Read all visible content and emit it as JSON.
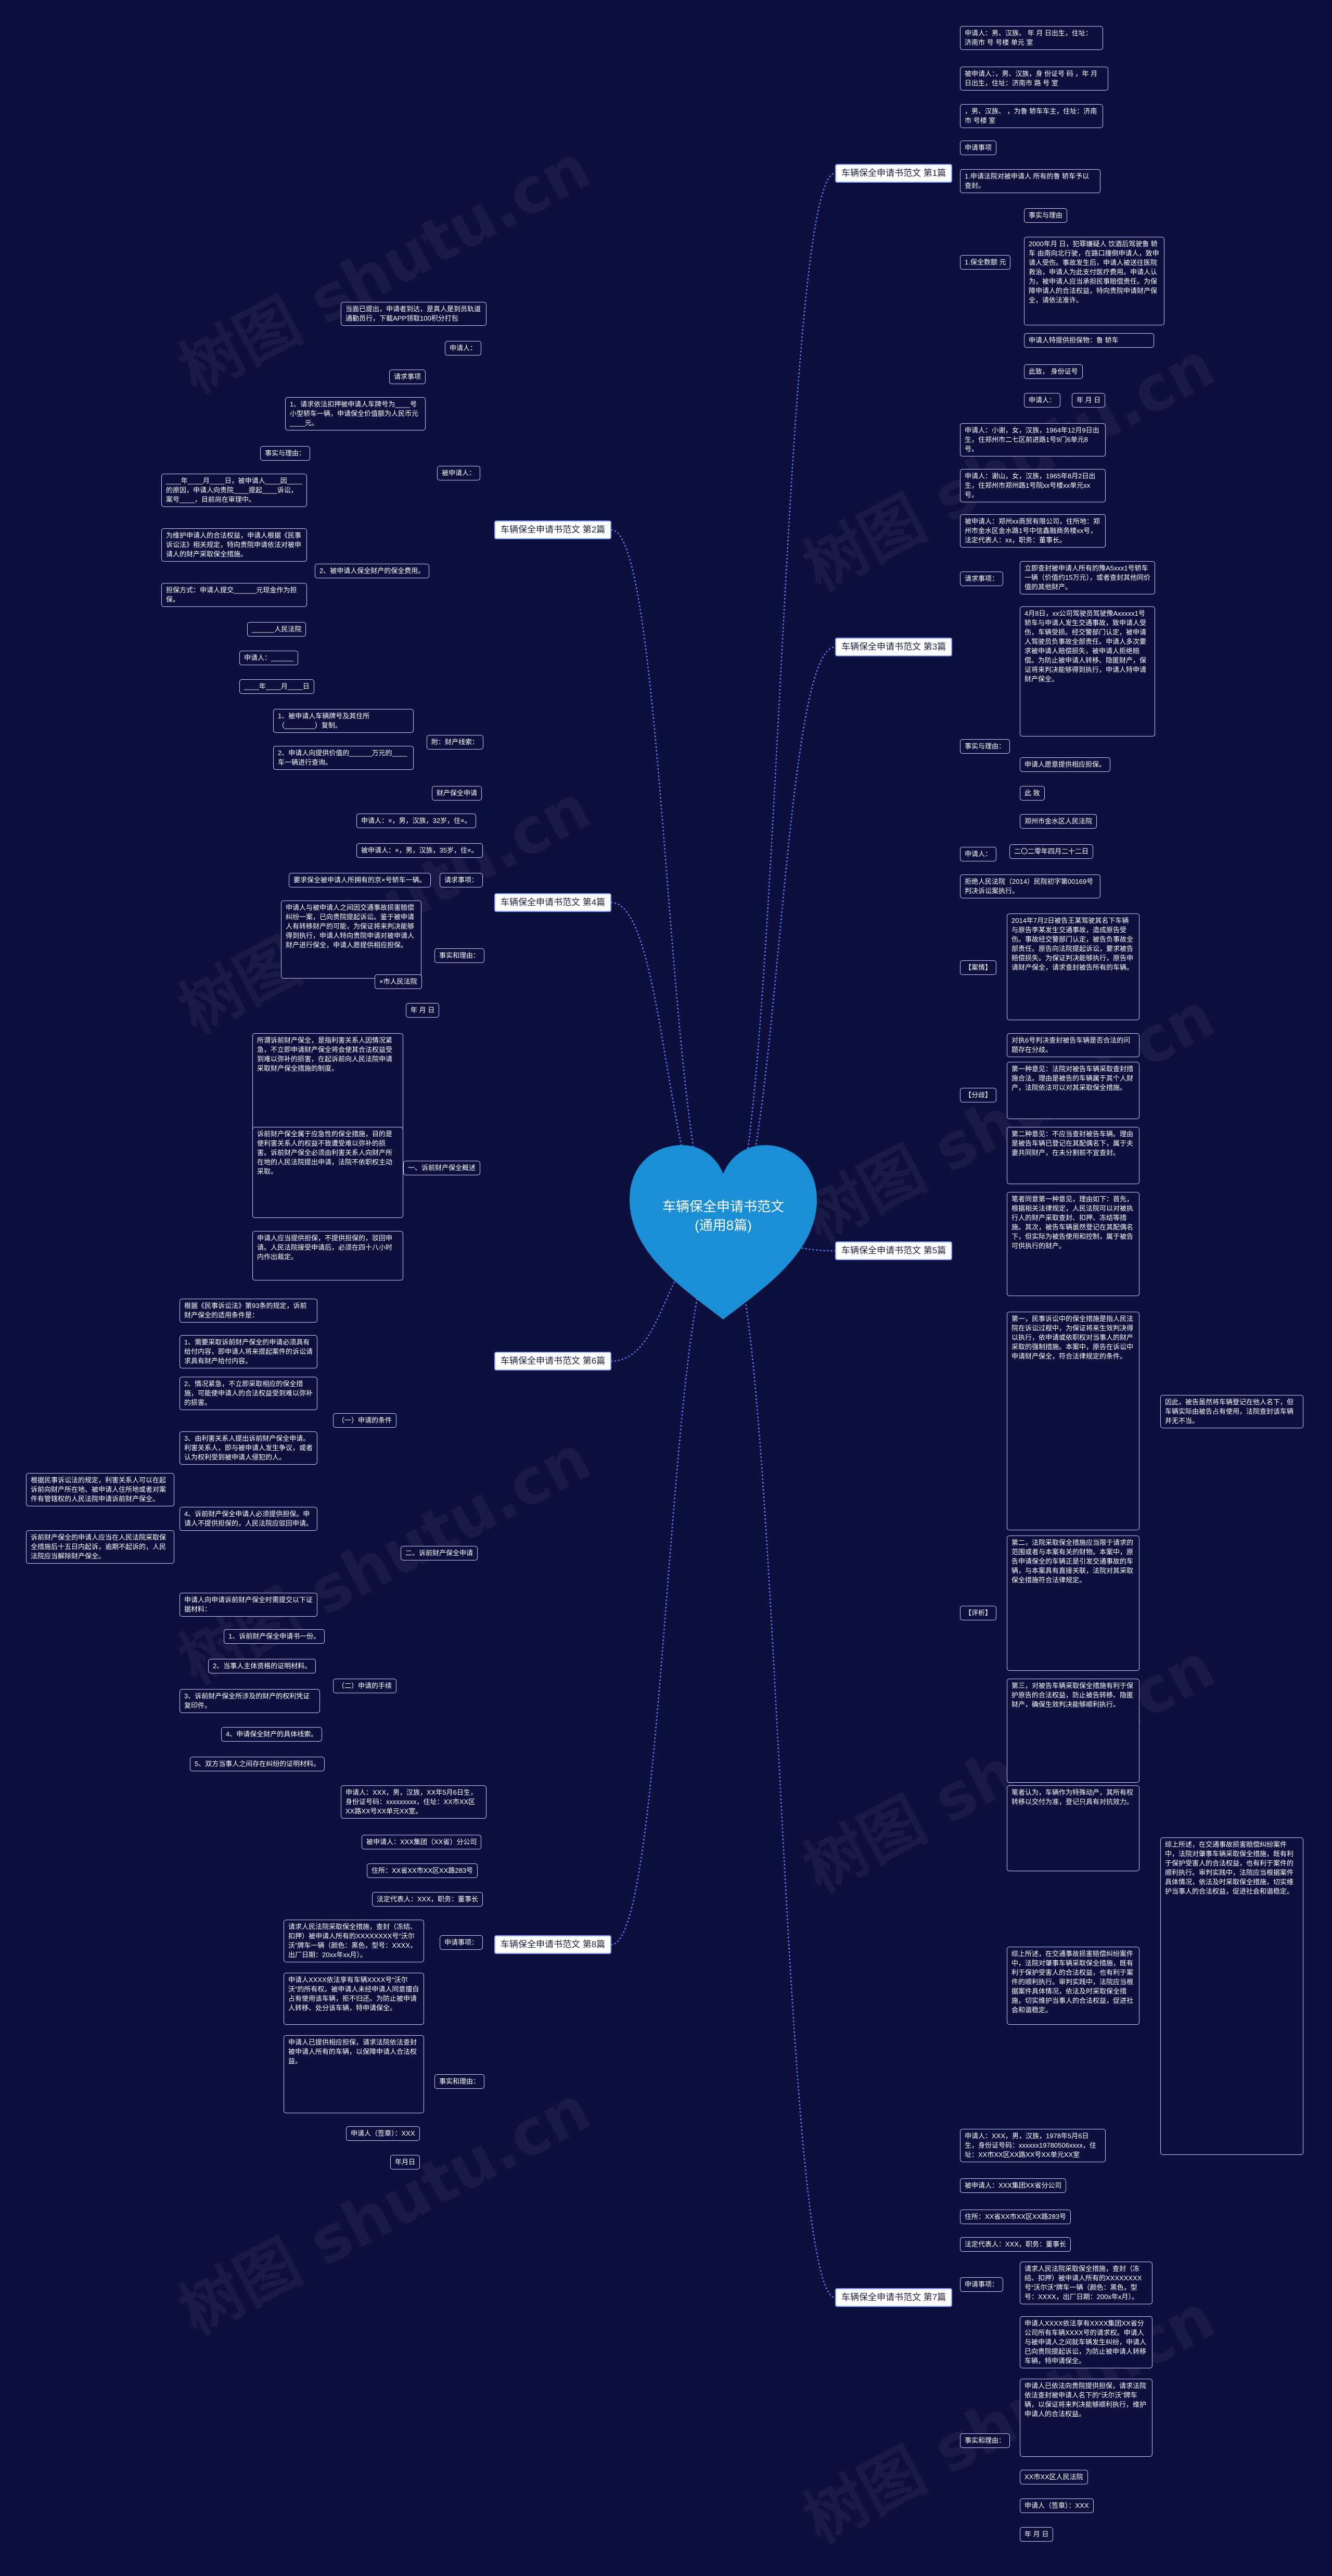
{
  "colors": {
    "background": "#0d0f3d",
    "heart": "#1a8fd6",
    "connector": "#5f7cff",
    "node_border": "#c9ccff"
  },
  "root": {
    "title": "车辆保全申请书范文(通用8篇)"
  },
  "watermark": "树图 shutu.cn",
  "branches": [
    "车辆保全申请书范文 第1篇",
    "车辆保全申请书范文 第2篇",
    "车辆保全申请书范文 第3篇",
    "车辆保全申请书范文 第4篇",
    "车辆保全申请书范文 第5篇",
    "车辆保全申请书范文 第6篇",
    "车辆保全申请书范文 第8篇",
    "车辆保全申请书范文 第7篇"
  ],
  "b1": {
    "n1": "申请人：男、汉族、 年 月 日出生，住址：济南市 号 号楼 单元 室",
    "n2": "被申请人：，男、汉族，身 份证号 码 ，年 月日出生，住址：济南市 路 号 室",
    "n3": "，男、汉族、 ，为鲁 轿车车主，住址：济南市 号楼 室",
    "n4": "申请事项",
    "n5": "1.申请法院对被申请人 所有的鲁 轿车予以查封。",
    "n6": "1.保全数额 元",
    "n7": "事实与理由",
    "n8": "2000年月 日，犯罪嫌疑人 饮酒后驾驶鲁 轿车 由南向北行驶，在路口撞倒申请人，致申请人受伤。事故发生后，申请人被送往医院救治，申请人为此支付医疗费用。申请人认为，被申请人应当承担民事赔偿责任。为保障申请人的合法权益，特向贵院申请财产保全，请依法准许。",
    "n9": "申请人特提供担保物：鲁 轿车",
    "n10": "此致，       身份证号",
    "n11": "申请人：",
    "n12": "年 月 日"
  },
  "b2": {
    "n1": "当面已提出，申请者到达，是真人是到员轨道通勤员行，下载APP领取100积分打包",
    "n2": "申请人：",
    "n3": "请求事项",
    "n4": "1、请求依法扣押被申请人车牌号为____号小型轿车一辆，申请保全价值额为人民币元____元。",
    "n5": "被申请人：",
    "n6": "事实与理由：",
    "n7": "____年____月____日，被申请人____因____的原因，申请人向贵院____提起____诉讼，案号____，目前尚在审理中。",
    "n8": "为维护申请人的合法权益，申请人根据《民事诉讼法》相关规定，特向贵院申请依法对被申请人的财产采取保全措施。",
    "n9": "2、被申请人保全财产的保全费用。",
    "n10": "担保方式：申请人提交______元现金作为担保。",
    "n11": "______人民法院",
    "n12": "申请人：______",
    "n13": "____年____月____日",
    "n14": "1、被申请人车辆牌号及其住所（________）复制。",
    "n15": "2、申请人向提供价值的______万元的____车一辆进行查询。",
    "n16": "附：财产线索："
  },
  "b3": {
    "n1": "申请人：小谢，女，汉族，1964年12月9日出生，住郑州市二七区前进路1号9门6单元8号。",
    "n2": "申请人：谢山，女，汉族，1965年8月2日出生，住郑州市郑州路1号院xx号楼xx单元xx号。",
    "n3": "被申请人：郑州xx商贸有限公司，住所地：郑州市金水区金水路1号中信鑫融商务楼xx号，法定代表人：xx，职务：董事长。",
    "n4": "请求事项：",
    "n5": "立即查封被申请人所有的豫A5xxx1号轿车一辆（价值约15万元），或者查封其他同价值的其他财产。",
    "n6": "4月8日，xx公司驾驶员驾驶豫Axxxxx1号轿车与申请人发生交通事故，致申请人受伤，车辆受损。经交警部门认定，被申请人驾驶员负事故全部责任。申请人多次要求被申请人赔偿损失，被申请人拒绝赔偿。为防止被申请人转移、隐匿财产，保证将来判决能够得到执行，申请人特申请财产保全。",
    "n7": "事实与理由：",
    "n8": "申请人愿意提供相应担保。",
    "n9": "此 致",
    "n10": "郑州市金水区人民法院",
    "n11": "申请人：",
    "n12": "二〇二零年四月二十二日"
  },
  "b4": {
    "n1": "财产保全申请",
    "n2": "申请人：×，男，汉族，32岁，住×。",
    "n3": "被申请人：×，男，汉族，35岁，住×。",
    "n4": "要求保全被申请人所拥有的京×号轿车一辆。",
    "n5": "请求事项：",
    "n6": "申请人与被申请人之间因交通事故损害赔偿纠纷一案，已向贵院提起诉讼。鉴于被申请人有转移财产的可能，为保证将来判决能够得到执行，申请人特向贵院申请对被申请人财产进行保全，申请人愿提供相应担保。",
    "n7": "事实和理由：",
    "n8": "×市人民法院",
    "n9": "年 月 日"
  },
  "b5": {
    "n1": "拒绝人民法院（2014）民院初字第00169号判决诉讼案执行。",
    "n2": "2014年7月2日被告王某驾驶其名下车辆与原告李某发生交通事故，造成原告受伤。事故经交警部门认定，被告负事故全部责任。原告向法院提起诉讼，要求被告赔偿损失。为保证判决能够执行，原告申请财产保全，请求查封被告所有的车辆。",
    "n3": "【案情】",
    "n4": "对执6号判决查封被告车辆是否合法的问题存在分歧。",
    "n5": "第一种意见：法院对被告车辆采取查封措施合法。理由是被告的车辆属于其个人财产，法院依法可以对其采取保全措施。",
    "n6": "【分歧】",
    "n7": "第二种意见：不应当查封被告车辆。理由是被告车辆已登记在其配偶名下，属于夫妻共同财产，在未分割前不宜查封。",
    "n8": "笔者同意第一种意见，理由如下：首先，根据相关法律规定，人民法院可以对被执行人的财产采取查封、扣押、冻结等措施。其次，被告车辆虽然登记在其配偶名下，但实际为被告使用和控制，属于被告可供执行的财产。",
    "n9": "第一，民事诉讼中的保全措施是指人民法院在诉讼过程中，为保证将来生效判决得以执行，依申请或依职权对当事人的财产采取的强制措施。本案中，原告在诉讼中申请财产保全，符合法律规定的条件。",
    "n10": "第二，法院采取保全措施应当限于请求的范围或者与本案有关的财物。本案中，原告申请保全的车辆正是引发交通事故的车辆，与本案具有直接关联，法院对其采取保全措施符合法律规定。",
    "n11": "【评析】",
    "n12": "第三，对被告车辆采取保全措施有利于保护原告的合法权益，防止被告转移、隐匿财产，确保生效判决能够顺利执行。",
    "n13": "笔者认为，车辆作为特殊动产，其所有权转移以交付为准，登记只具有对抗效力。",
    "n14": "因此，被告虽然将车辆登记在他人名下，但车辆实际由被告占有使用，法院查封该车辆并无不当。",
    "n15": "综上所述，在交通事故损害赔偿纠纷案件中，法院对肇事车辆采取保全措施，既有利于保护受害人的合法权益，也有利于案件的顺利执行。审判实践中，法院应当根据案件具体情况，依法及时采取保全措施，切实维护当事人的合法权益，促进社会和谐稳定。"
  },
  "b6": {
    "n1": "所谓诉前财产保全，是指利害关系人因情况紧急，不立即申请财产保全将会使其合法权益受到难以弥补的损害，在起诉前向人民法院申请采取财产保全措施的制度。",
    "n2": "诉前财产保全属于应急性的保全措施，目的是使利害关系人的权益不致遭受难以弥补的损害。诉前财产保全必须由利害关系人向财产所在地的人民法院提出申请，法院不依职权主动采取。",
    "n3": "一、诉前财产保全概述",
    "n4": "申请人应当提供担保，不提供担保的，驳回申请。人民法院接受申请后，必须在四十八小时内作出裁定。",
    "n5": "根据《民事诉讼法》第93条的规定，诉前财产保全的适用条件是：",
    "n6": "1、需要采取诉前财产保全的申请必须具有给付内容，即申请人将来提起案件的诉讼请求具有财产给付内容。",
    "n7": "2、情况紧急，不立即采取相应的保全措施，可能使申请人的合法权益受到难以弥补的损害。",
    "n8": "3、由利害关系人提出诉前财产保全申请。利害关系人，即与被申请人发生争议，或者认为权利受到被申请人侵犯的人。",
    "n9": "4、诉前财产保全申请人必须提供担保。申请人不提供担保的，人民法院应驳回申请。",
    "n10": "（一）申请的条件",
    "n11": "根据民事诉讼法的规定，利害关系人可以在起诉前向财产所在地、被申请人住所地或者对案件有管辖权的人民法院申请诉前财产保全。",
    "n12": "诉前财产保全的申请人应当在人民法院采取保全措施后十五日内起诉，逾期不起诉的，人民法院应当解除财产保全。",
    "n13": "二、诉前财产保全申请",
    "n14": "申请人向申请诉前财产保全时需提交以下证据材料：",
    "n15": "1、诉前财产保全申请书一份。",
    "n16": "2、当事人主体资格的证明材料。",
    "n17": "3、诉前财产保全所涉及的财产的权利凭证复印件。",
    "n18": "4、申请保全财产的具体线索。",
    "n19": "5、双方当事人之间存在纠纷的证明材料。",
    "n20": "（二）申请的手续"
  },
  "b8": {
    "n1": "申请人：XXX，男，汉族，XX年5月6日生，身份证号码：xxxxxxxxx，住址：XX市XX区XX路XX号XX单元XX室。",
    "n2": "被申请人：XXX集团（XX省）分公司",
    "n3": "住所：XX省XX市XX区XX路283号",
    "n4": "法定代表人：XXX，职务：董事长",
    "n5": "申请事项：",
    "n6": "请求人民法院采取保全措施，查封（冻结、扣押）被申请人所有的XXXXXXXX号“沃尔沃”牌车一辆（颜色：黑色，型号：XXXX，出厂日期：20xx年xx月）。",
    "n7": "申请人XXXX依法享有车辆XXXX号“沃尔沃”的所有权。被申请人未经申请人同意擅自占有使用该车辆，拒不归还。为防止被申请人转移、处分该车辆，特申请保全。",
    "n8": "事实和理由：",
    "n9": "申请人已提供相应担保，请求法院依法查封被申请人所有的车辆，以保障申请人合法权益。",
    "n10": "申请人（签章）：XXX",
    "n11": "年月日"
  },
  "b7": {
    "n1": "申请人：XXX，男，汉族，1978年5月6日生，身份证号码：xxxxxx19780506xxxx，住址：XX市XX区XX路XX号XX单元XX室",
    "n2": "被申请人：XXX集团XX省分公司",
    "n3": "住所：XX省XX市XX区XX路283号",
    "n4": "法定代表人：XXX，职务：董事长",
    "n5": "申请事项：",
    "n6": "请求人民法院采取保全措施，查封（冻结、扣押）被申请人所有的XXXXXXXX号“沃尔沃”牌车一辆（颜色：黑色，型号：XXXX，出厂日期：200x年x月）。",
    "n7": "申请人XXXX依法享有XXXX集团XX省分公司所有车辆XXXX号的请求权。申请人与被申请人之间就车辆发生纠纷，申请人已向贵院提起诉讼，为防止被申请人转移车辆，特申请保全。",
    "n8": "事实和理由：",
    "n9": "申请人已依法向贵院提供担保，请求法院依法查封被申请人名下的“沃尔沃”牌车辆，以保证将来判决能够顺利执行，维护申请人的合法权益。",
    "n10": "XX市XX区人民法院",
    "n11": "申请人（签章）：XXX",
    "n12": "年 月 日"
  }
}
